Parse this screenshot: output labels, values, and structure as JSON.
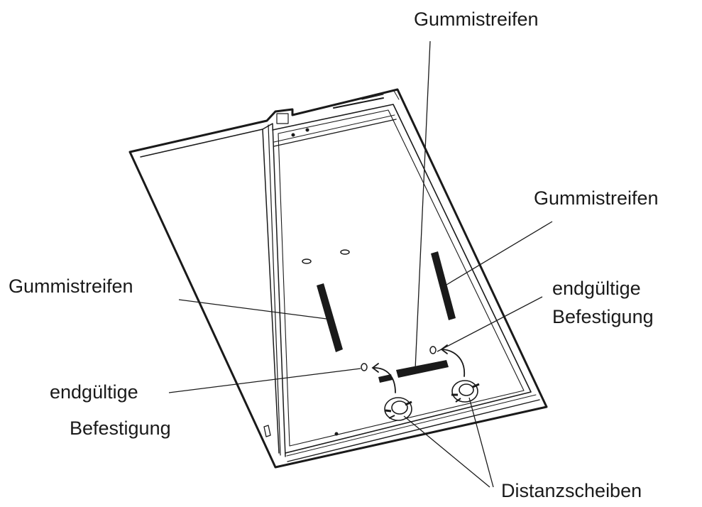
{
  "labels": {
    "top_strip": "Gummistreifen",
    "right_strip": "Gummistreifen",
    "left_strip": "Gummistreifen",
    "right_fix_line1": "endgültige",
    "right_fix_line2": "Befestigung",
    "left_fix_line1": "endgültige",
    "left_fix_line2": "Befestigung",
    "spacers": "Distanzscheiben"
  },
  "colors": {
    "ink": "#1a1a1a",
    "paper": "#ffffff"
  }
}
